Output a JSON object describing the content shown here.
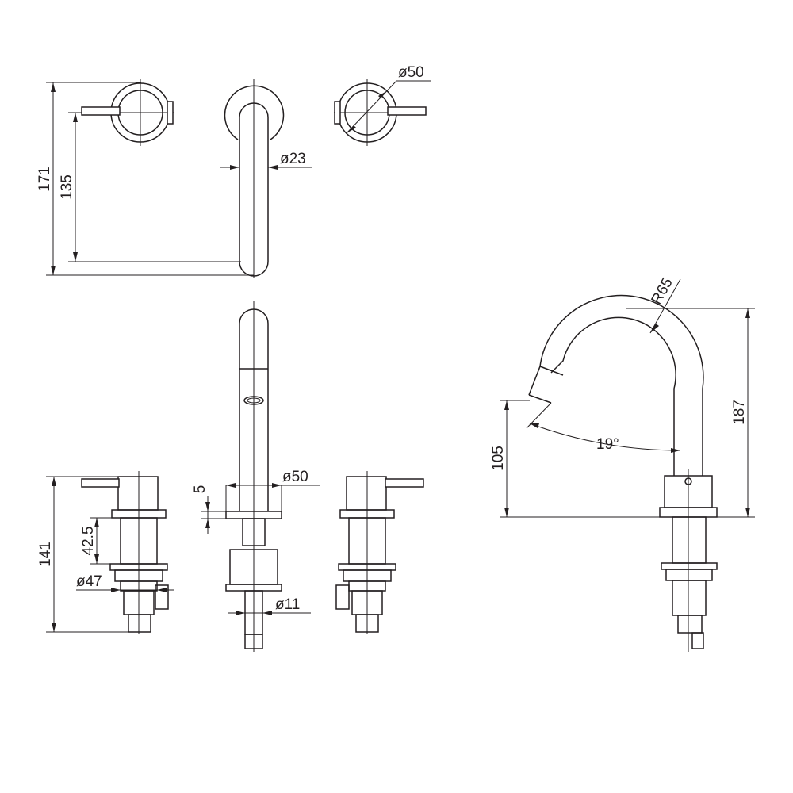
{
  "dimensions": {
    "top_height_total": "171",
    "top_height_spout": "135",
    "spout_diameter": "ø23",
    "handle_diameter": "ø50",
    "side_height": "141",
    "body_height": "42.5",
    "body_diameter": "ø47",
    "spout_base_height": "5",
    "spout_base_diameter": "ø50",
    "tail_diameter": "ø11",
    "outlet_height": "105",
    "total_height": "187",
    "spout_radius": "R65",
    "spout_angle": "19°"
  }
}
